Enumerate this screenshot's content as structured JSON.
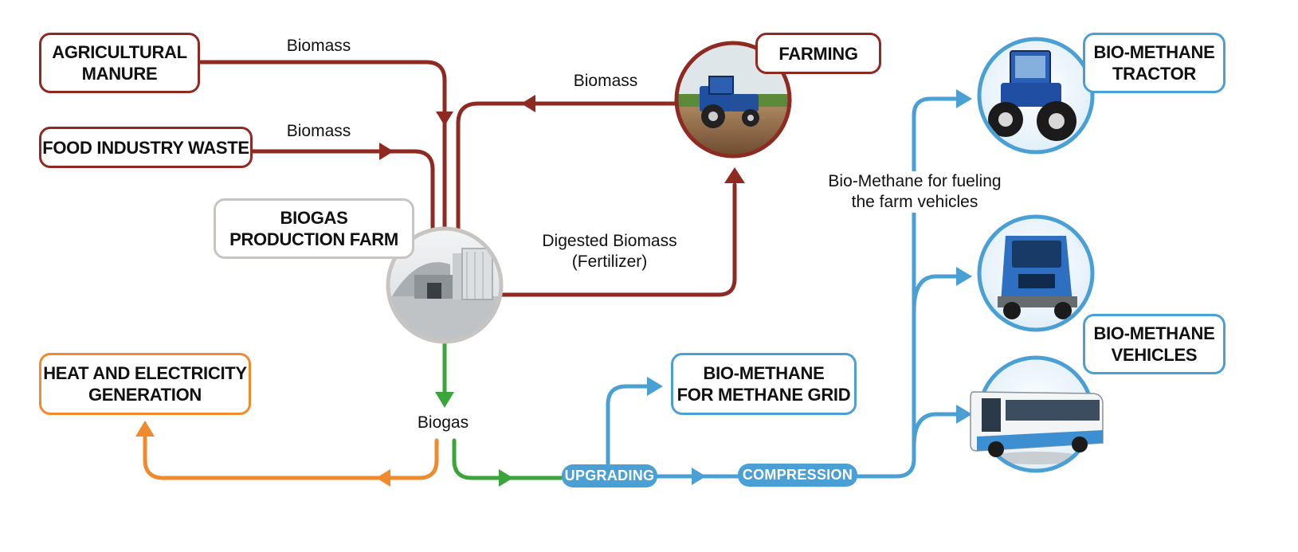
{
  "colors": {
    "red": "#8e2a22",
    "green": "#3aa53a",
    "blue": "#4a9fd4",
    "orange": "#ef8a2d",
    "grey": "#c7c4c1"
  },
  "nodes": {
    "agricultural_manure": "AGRICULTURAL\nMANURE",
    "food_industry_waste": "FOOD INDUSTRY WASTE",
    "farming": "FARMING",
    "biogas_production_farm": "BIOGAS\nPRODUCTION FARM",
    "heat_electricity": "HEAT AND ELECTRICITY\nGENERATION",
    "biomethane_grid": "BIO-METHANE\nFOR METHANE GRID",
    "biomethane_tractor": "BIO-METHANE\nTRACTOR",
    "biomethane_vehicles": "BIO-METHANE\nVEHICLES"
  },
  "edge_labels": {
    "biomass_manure": "Biomass",
    "biomass_food": "Biomass",
    "biomass_farming": "Biomass",
    "digested_biomass": "Digested Biomass\n(Fertilizer)",
    "biogas": "Biogas",
    "fueling": "Bio-Methane for fueling\nthe farm vehicles"
  },
  "process_steps": {
    "upgrading": "UPGRADING",
    "compression": "COMPRESSION"
  },
  "images": {
    "biogas_plant": "biogas-plant-photo",
    "farming_tractor": "farming-tractor-photo",
    "tractor": "blue-tractor-photo",
    "truck": "truck-photo",
    "bus": "bus-photo"
  }
}
